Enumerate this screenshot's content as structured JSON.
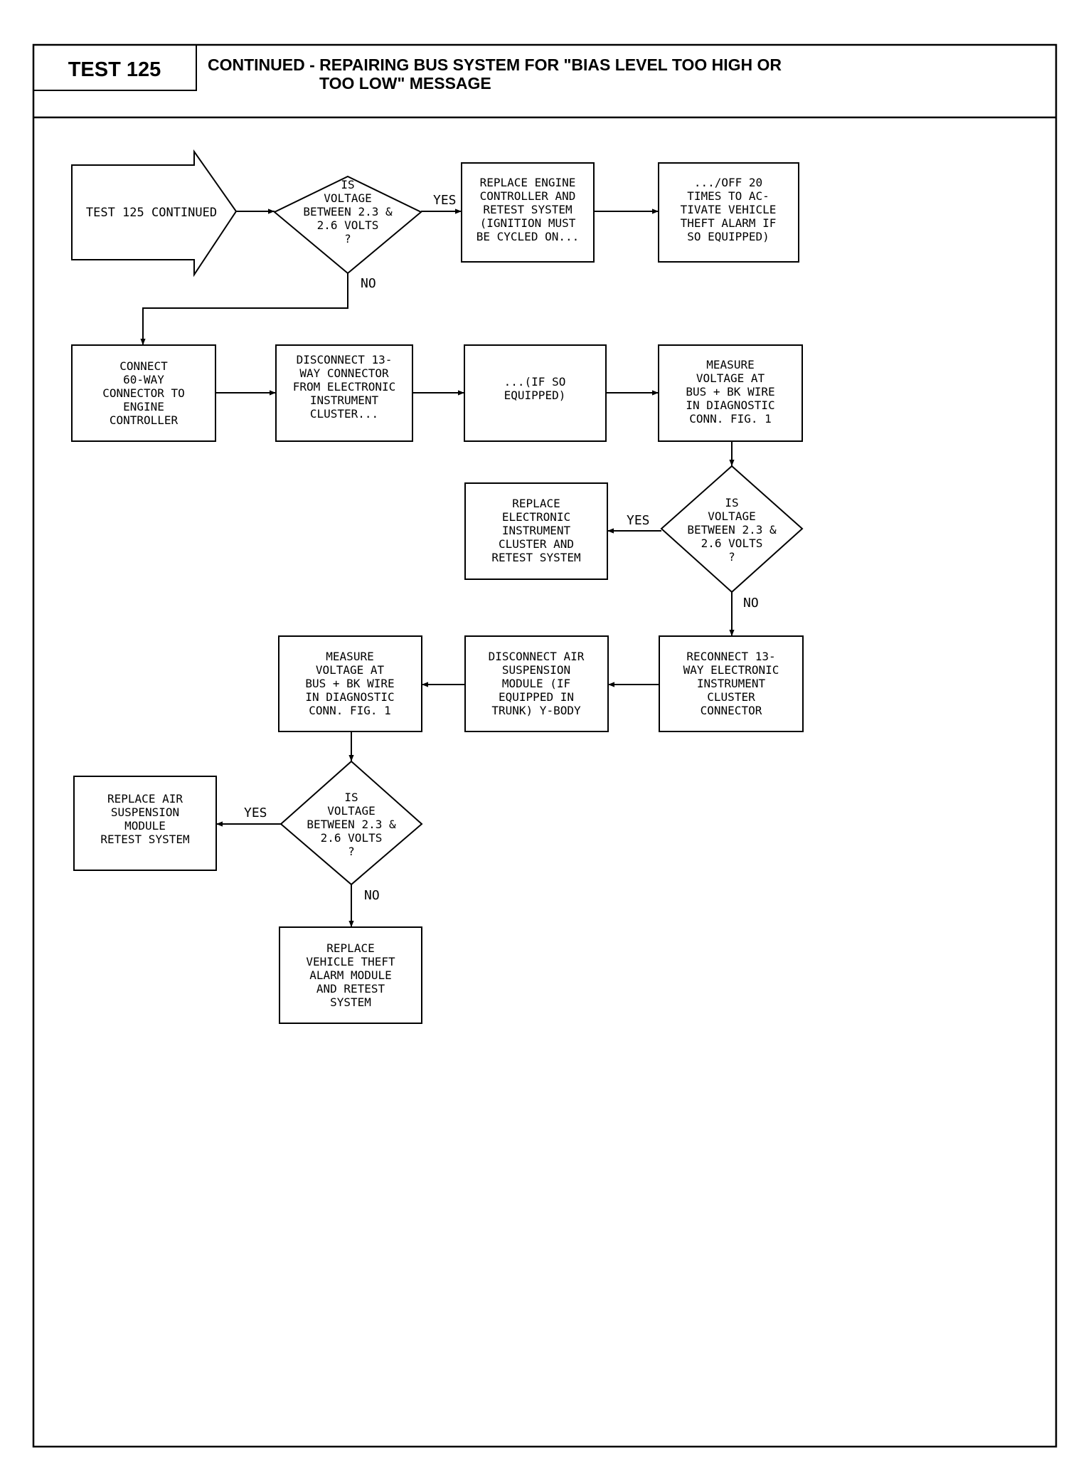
{
  "header": {
    "test_label": "TEST 125",
    "title_line1": "CONTINUED - REPAIRING BUS SYSTEM FOR \"BIAS LEVEL TOO HIGH OR",
    "title_line2": "TOO LOW\" MESSAGE"
  },
  "nodes": {
    "start": [
      "TEST 125 CONTINUED"
    ],
    "d1": [
      "IS",
      "VOLTAGE",
      "BETWEEN 2.3 &",
      "2.6 VOLTS",
      "?"
    ],
    "b_replace_engine": [
      "REPLACE ENGINE",
      "CONTROLLER AND",
      "RETEST SYSTEM",
      "(IGNITION MUST",
      "BE CYCLED ON..."
    ],
    "b_off20": [
      ".../OFF 20",
      "TIMES TO AC-",
      "TIVATE VEHICLE",
      "THEFT ALARM IF",
      "SO EQUIPPED)"
    ],
    "b_connect60": [
      "CONNECT",
      "60-WAY",
      "CONNECTOR TO",
      "ENGINE",
      "CONTROLLER"
    ],
    "b_disconnect13": [
      "DISCONNECT 13-",
      "WAY CONNECTOR",
      "FROM ELECTRONIC",
      "INSTRUMENT",
      "CLUSTER..."
    ],
    "b_ifso": [
      "...(IF SO",
      "EQUIPPED)"
    ],
    "b_measure1": [
      "MEASURE",
      "VOLTAGE AT",
      "BUS + BK WIRE",
      "IN DIAGNOSTIC",
      "CONN. FIG. 1"
    ],
    "d2": [
      "IS",
      "VOLTAGE",
      "BETWEEN 2.3 &",
      "2.6 VOLTS",
      "?"
    ],
    "b_replace_cluster": [
      "REPLACE",
      "ELECTRONIC",
      "INSTRUMENT",
      "CLUSTER AND",
      "RETEST SYSTEM"
    ],
    "b_reconnect13": [
      "RECONNECT 13-",
      "WAY ELECTRONIC",
      "INSTRUMENT",
      "CLUSTER",
      "CONNECTOR"
    ],
    "b_disconnect_air": [
      "DISCONNECT AIR",
      "SUSPENSION",
      "MODULE (IF",
      "EQUIPPED IN",
      "TRUNK) Y-BODY"
    ],
    "b_measure2": [
      "MEASURE",
      "VOLTAGE AT",
      "BUS + BK WIRE",
      "IN DIAGNOSTIC",
      "CONN. FIG. 1"
    ],
    "d3": [
      "IS",
      "VOLTAGE",
      "BETWEEN 2.3 &",
      "2.6 VOLTS",
      "?"
    ],
    "b_replace_air": [
      "REPLACE AIR",
      "SUSPENSION",
      "MODULE",
      "RETEST SYSTEM"
    ],
    "b_replace_theft": [
      "REPLACE",
      "VEHICLE THEFT",
      "ALARM MODULE",
      "AND RETEST",
      "SYSTEM"
    ]
  },
  "edge_labels": {
    "yes": "YES",
    "no": "NO"
  }
}
